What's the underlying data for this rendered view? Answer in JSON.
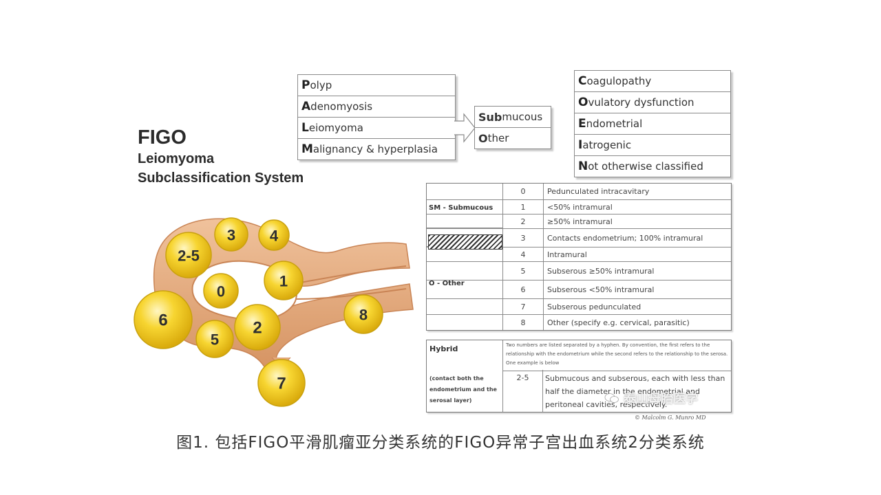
{
  "title": {
    "line1": "FIGO",
    "line2": "Leiomyoma",
    "line3": "Subclassification System"
  },
  "palm": [
    {
      "first": "P",
      "rest": "olyp"
    },
    {
      "first": "A",
      "rest": "denomyosis"
    },
    {
      "first": "L",
      "rest": "eiomyoma"
    },
    {
      "first": "M",
      "rest": "alignancy & hyperplasia"
    }
  ],
  "submucous_box": [
    {
      "first": "Sub",
      "rest": "mucous"
    },
    {
      "first": "O",
      "rest": "ther"
    }
  ],
  "coein": [
    {
      "first": "C",
      "rest": "oagulopathy"
    },
    {
      "first": "O",
      "rest": "vulatory dysfunction"
    },
    {
      "first": "E",
      "rest": "ndometrial"
    },
    {
      "first": "I",
      "rest": "atrogenic"
    },
    {
      "first": "N",
      "rest": "ot otherwise classified"
    }
  ],
  "classification": {
    "group_sm": "SM - Submucous",
    "group_o": "O - Other",
    "rows": [
      {
        "code": "0",
        "desc": "Pedunculated intracavitary"
      },
      {
        "code": "1",
        "desc": "<50% intramural"
      },
      {
        "code": "2",
        "desc": "≥50% intramural"
      },
      {
        "code": "3",
        "desc": "Contacts endometrium; 100% intramural"
      },
      {
        "code": "4",
        "desc": "Intramural"
      },
      {
        "code": "5",
        "desc": "Subserous ≥50% intramural"
      },
      {
        "code": "6",
        "desc": "Subserous <50% intramural"
      },
      {
        "code": "7",
        "desc": "Subserous pedunculated"
      },
      {
        "code": "8",
        "desc": "Other (specify e.g. cervical, parasitic)"
      }
    ]
  },
  "hybrid": {
    "label": "Hybrid",
    "sublabel": "(contact both the endometrium and the serosal layer)",
    "note": "Two numbers are listed separated by a hyphen. By convention, the first refers to the relationship with the endometrium while the second refers to the relationship to the serosa. One example is below",
    "code": "2-5",
    "desc": "Submucous and subserous, each with less than half the diameter in the endometrial and peritoneal cavities, respectively."
  },
  "balls": [
    "2-5",
    "3",
    "4",
    "0",
    "1",
    "6",
    "5",
    "2",
    "8",
    "7"
  ],
  "copyright": "© Malcolm G. Munro MD",
  "watermark": "泰山母胎医学",
  "caption": "图1. 包括FIGO平滑肌瘤亚分类系统的FIGO异常子宫出血系统2分类系统",
  "colors": {
    "uterus": "#e3a97c",
    "uterus_edge": "#c98455",
    "ball_fill": "#f7d531",
    "ball_highlight": "#fff6c2",
    "ball_edge": "#c9a10e"
  }
}
